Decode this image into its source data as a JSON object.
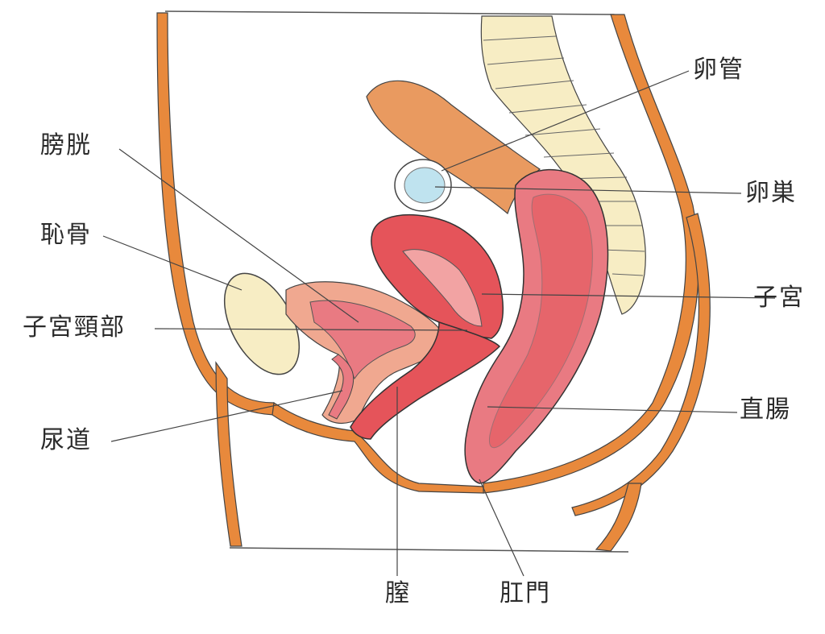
{
  "labels": {
    "oviduct": "卵管",
    "bladder": "膀胱",
    "ovary": "卵巣",
    "pubic_bone": "恥骨",
    "uterus": "子宮",
    "cervix": "子宮頸部",
    "rectum": "直腸",
    "urethra": "尿道",
    "vagina": "膣",
    "anus": "肛門"
  },
  "colors": {
    "skin": "#e8893c",
    "bone": "#f7edc4",
    "uterus": "#e5545a",
    "uterus_light": "#f2a3a3",
    "rectum": "#e97a82",
    "bladder": "#f0a890",
    "colon": "#e99a60",
    "ovary_fill": "#bfe3ef",
    "outline": "#3a3a3a"
  }
}
